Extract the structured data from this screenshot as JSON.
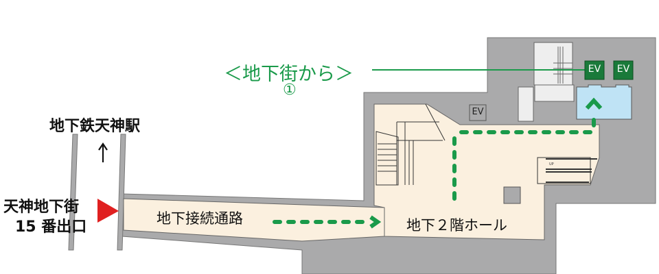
{
  "map": {
    "from_underground_mall": "＜地下街から＞",
    "route_number": "①",
    "subway_station": "地下鉄天神駅",
    "exit_name_line1": "天神地下街",
    "exit_name_line2": "15 番出口",
    "connecting_passage": "地下接続通路",
    "b2_hall": "地下２階ホール",
    "elevator_labels": [
      "EV",
      "EV",
      "EV"
    ],
    "escalator_mark": "UP"
  },
  "colors": {
    "route_green": "#1a9a4a",
    "floor_beige": "#fbf0df",
    "wall_gray": "#aaaaab",
    "elevator_blue": "#bfe3f5",
    "exit_marker_red": "#e02020"
  }
}
